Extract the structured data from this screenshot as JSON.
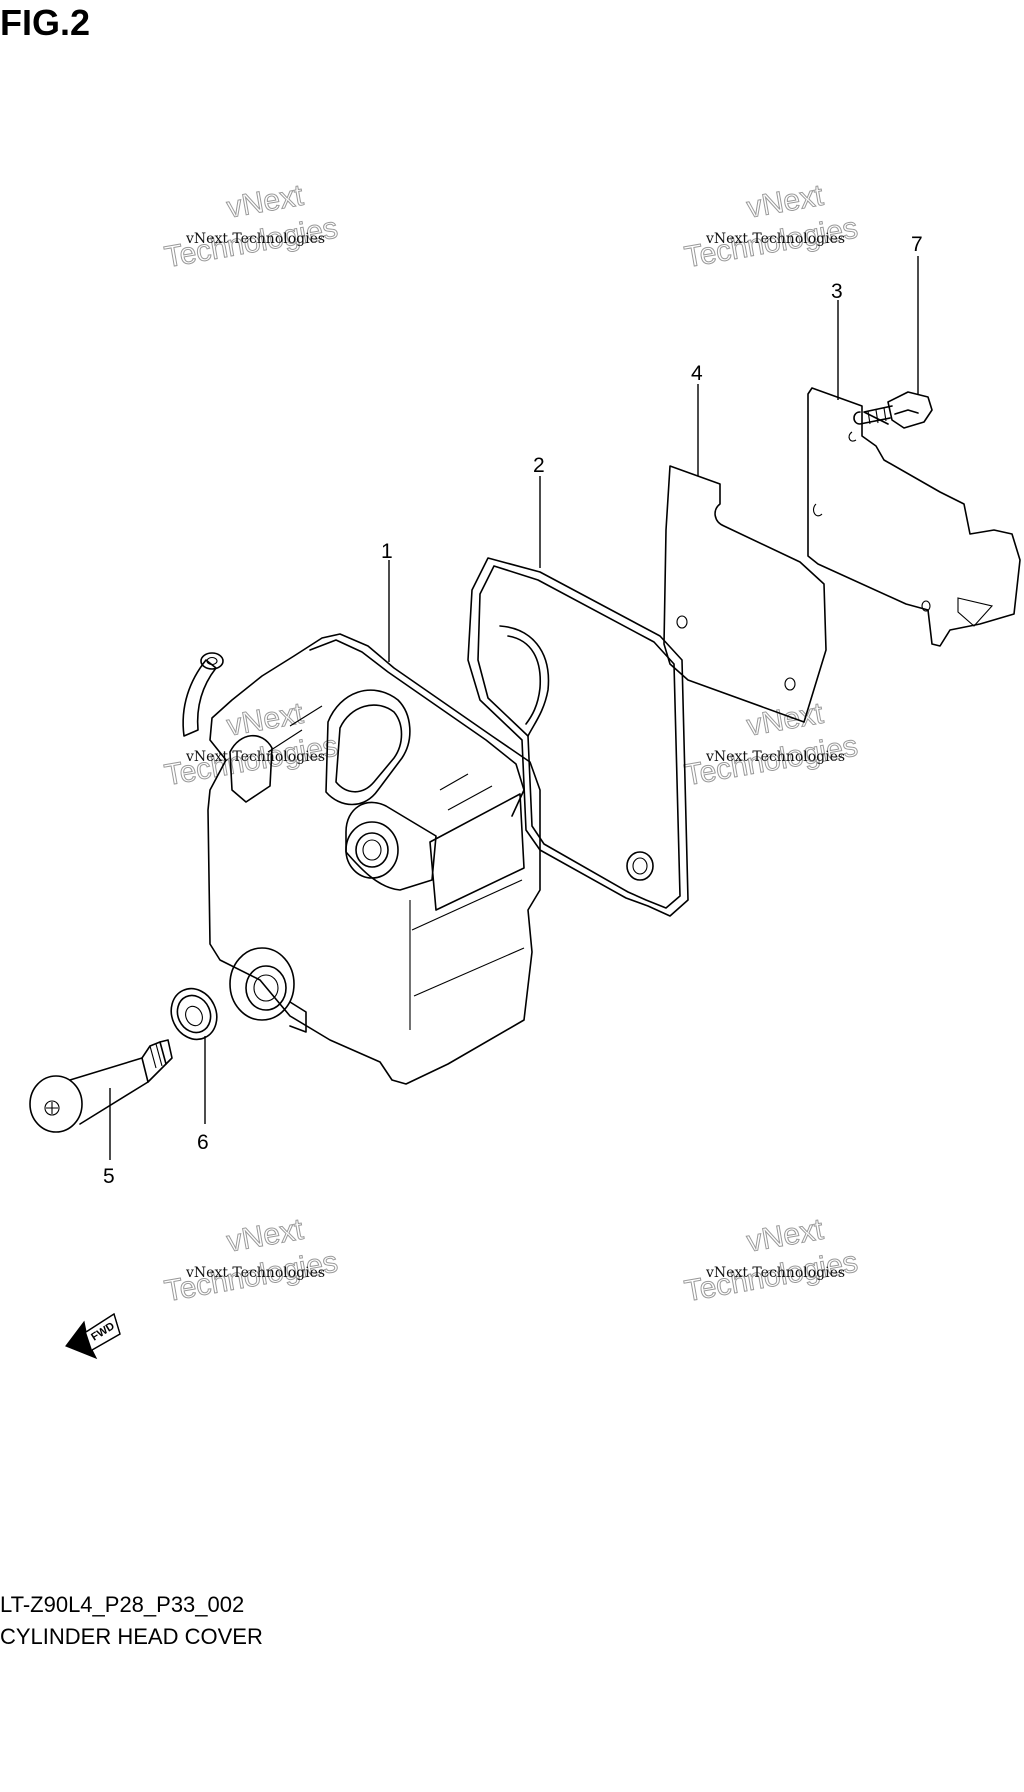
{
  "figure": {
    "label": "FIG.2",
    "code": "LT-Z90L4_P28_P33_002",
    "name": "CYLINDER HEAD COVER"
  },
  "callouts": [
    {
      "id": "1",
      "part": "cylinder-head-cover"
    },
    {
      "id": "2",
      "part": "cover-gasket"
    },
    {
      "id": "3",
      "part": "plate"
    },
    {
      "id": "4",
      "part": "plate-gasket"
    },
    {
      "id": "5",
      "part": "cover-bolt"
    },
    {
      "id": "6",
      "part": "washer"
    },
    {
      "id": "7",
      "part": "plate-bolt"
    }
  ],
  "direction_arrow": "FWD",
  "watermark": {
    "small": "vNext Technologies",
    "top": "vNext",
    "bottom": "Technologies"
  }
}
